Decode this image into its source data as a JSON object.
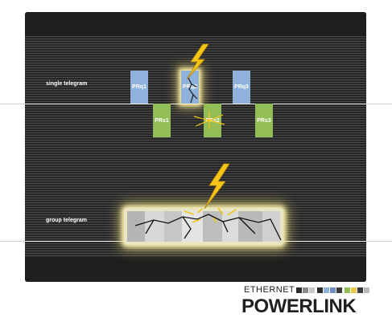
{
  "diagram": {
    "single_label": "single telegram",
    "group_label": "group telegram",
    "requests": [
      "PRq1",
      "PRq2",
      "PRq3"
    ],
    "responses": [
      "PRs1",
      "PRs2",
      "PRs3"
    ]
  },
  "logo": {
    "top": "ETHERNET",
    "bottom": "POWERLINK",
    "square_colors": [
      "#2b2b2b",
      "#8a8a8a",
      "#c7c7c7",
      "#2b2b2b",
      "#8fb2dc",
      "#6f8fc4",
      "#3c3c3c",
      "#93bd57",
      "#e8c64a",
      "#3c3c3c",
      "#bbbbbb"
    ]
  },
  "colors": {
    "request": "#8fb2dc",
    "response": "#93bd57",
    "lightning": "#f5c518"
  }
}
